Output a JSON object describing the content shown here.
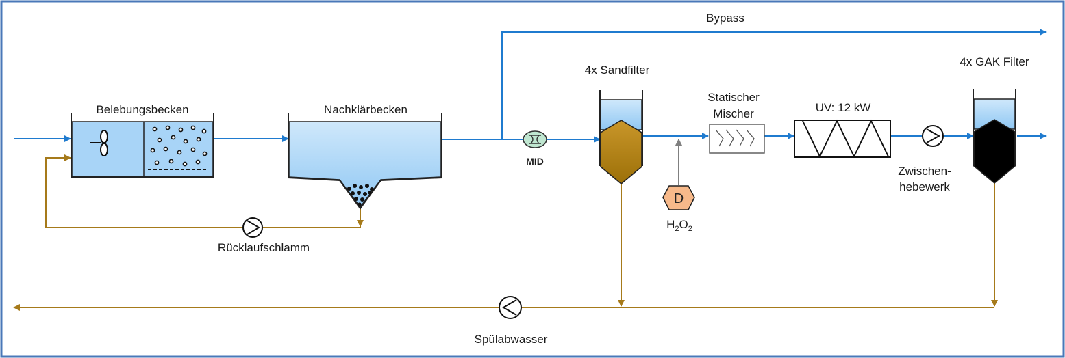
{
  "colors": {
    "frame": "#4a78b8",
    "water_line": "#1f7bcf",
    "sludge_line": "#a67a1a",
    "tank_fill": "#a8d4f7",
    "tank_fill_top": "#cfe8fb",
    "sand": "#b8860b",
    "gac": "#000000",
    "dosing": "#f7b98a",
    "mid": "#bfe6d0",
    "dosing_arrow": "#808080"
  },
  "labels": {
    "bypass": "Bypass",
    "belebungsbecken": "Belebungsbecken",
    "nachklaerbecken": "Nachklärbecken",
    "mid": "MID",
    "sandfilter": "4x Sandfilter",
    "mischer_line1": "Statischer",
    "mischer_line2": "Mischer",
    "uv": "UV: 12 kW",
    "gak": "4x GAK Filter",
    "zwischen_line1": "Zwischen-",
    "zwischen_line2": "hebewerk",
    "dosing_letter": "D",
    "h2o2_h": "H",
    "h2o2_sub1": "2",
    "h2o2_o": "O",
    "h2o2_sub2": "2",
    "ruecklauf": "Rücklaufschlamm",
    "spuel": "Spülabwasser"
  },
  "icons": {
    "aerator": "propeller-icon",
    "pump": "pump-icon",
    "flowmeter": "flowmeter-icon",
    "dosing": "dosing-pump-icon",
    "mixer": "static-mixer-icon",
    "uv": "uv-reactor-icon"
  }
}
